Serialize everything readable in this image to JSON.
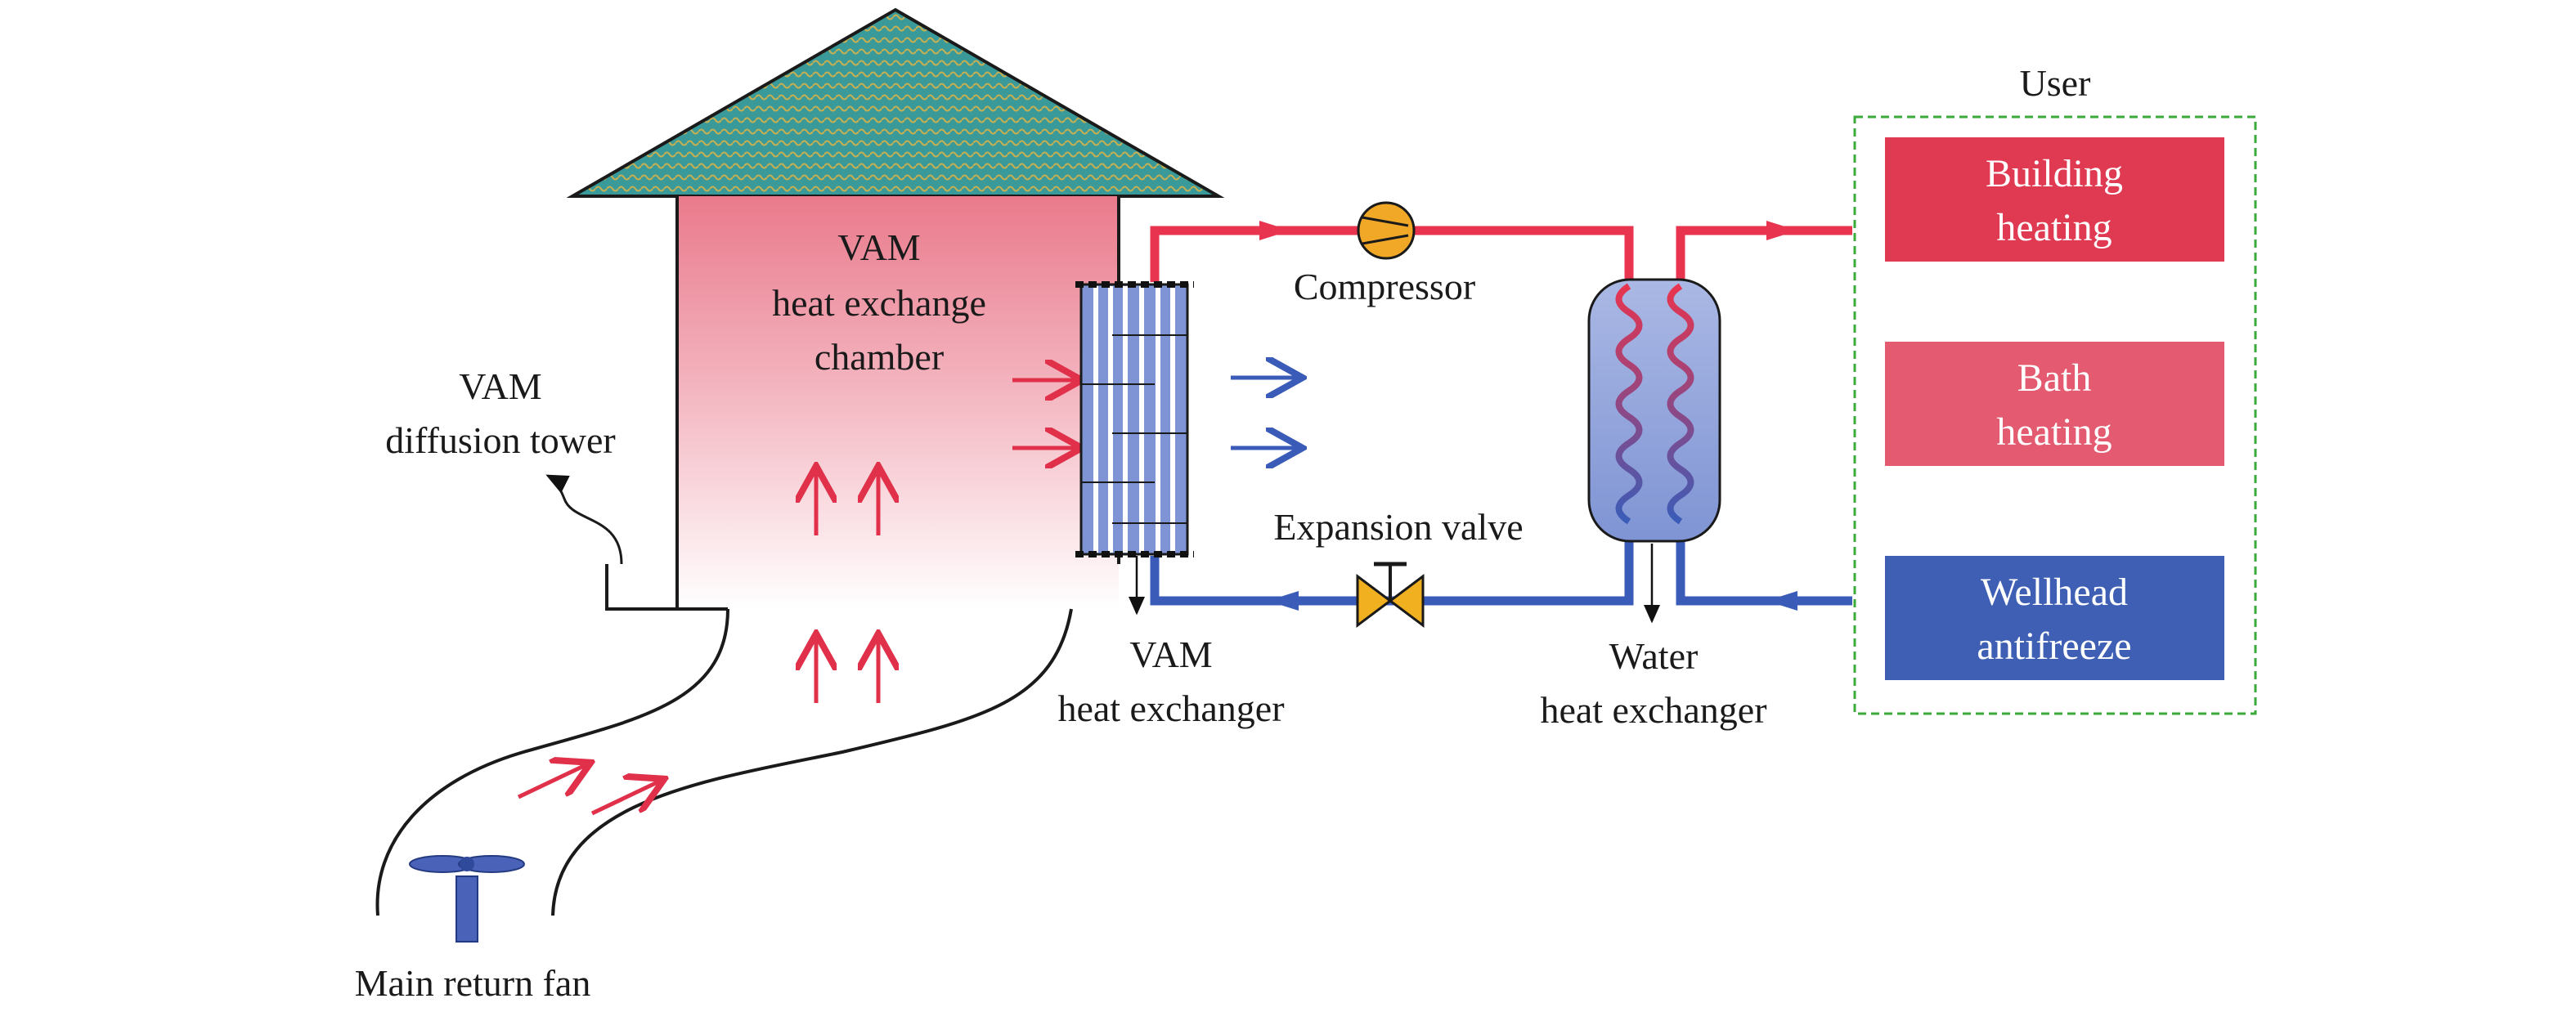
{
  "labels": {
    "chamber_line1": "VAM",
    "chamber_line2": "heat exchange",
    "chamber_line3": "chamber",
    "tower_line1": "VAM",
    "tower_line2": "diffusion tower",
    "fan": "Main return fan",
    "vam_hx_line1": "VAM",
    "vam_hx_line2": "heat exchanger",
    "compressor": "Compressor",
    "expansion_valve": "Expansion valve",
    "water_hx_line1": "Water",
    "water_hx_line2": "heat exchanger"
  },
  "user": {
    "title": "User",
    "boxes": [
      {
        "line1": "Building",
        "line2": "heating",
        "color": "#e03a52"
      },
      {
        "line1": "Bath",
        "line2": "heating",
        "color": "#e45a70"
      },
      {
        "line1": "Wellhead",
        "line2": "antifreeze",
        "color": "#3f5fb5"
      }
    ]
  },
  "colors": {
    "hot_pipe": "#e8344e",
    "cold_pipe": "#3a5cb8",
    "arrow_red": "#e0304a",
    "arrow_blue": "#3a5cb8",
    "roof": "#3a9a9a",
    "chamber_top": "#ea7a8c",
    "compressor": "#f0a826",
    "valve": "#f0b020",
    "user_border": "#3aaa3a"
  }
}
